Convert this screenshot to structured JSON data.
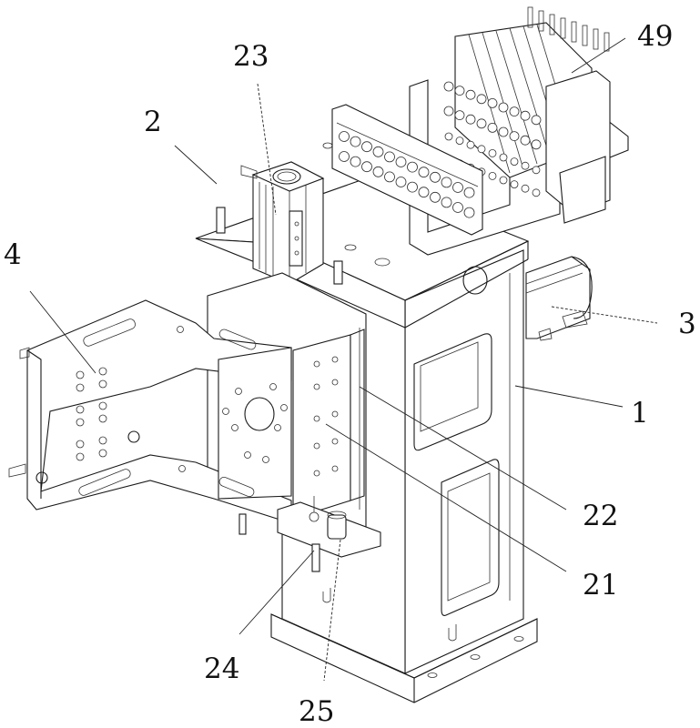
{
  "figure": {
    "type": "patent-style isometric line drawing",
    "subject": "mechanical assembly with vertical column, cylinder, gripper frame and valve manifold",
    "background_color": "#ffffff",
    "line_color": "#1a1a1a"
  },
  "labels": [
    {
      "id": "label-2",
      "text": "2",
      "part": "lifting assembly"
    },
    {
      "id": "label-23",
      "text": "23",
      "part": "air cylinder"
    },
    {
      "id": "label-49",
      "text": "49",
      "part": "solenoid valve manifold"
    },
    {
      "id": "label-4",
      "text": "4",
      "part": "gripper frame"
    },
    {
      "id": "label-3",
      "text": "3",
      "part": "motor"
    },
    {
      "id": "label-1",
      "text": "1",
      "part": "column base"
    },
    {
      "id": "label-22",
      "text": "22",
      "part": "guide rail"
    },
    {
      "id": "label-21",
      "text": "21",
      "part": "slide plate"
    },
    {
      "id": "label-24",
      "text": "24",
      "part": "locating pin"
    },
    {
      "id": "label-25",
      "text": "25",
      "part": "buffer"
    }
  ]
}
